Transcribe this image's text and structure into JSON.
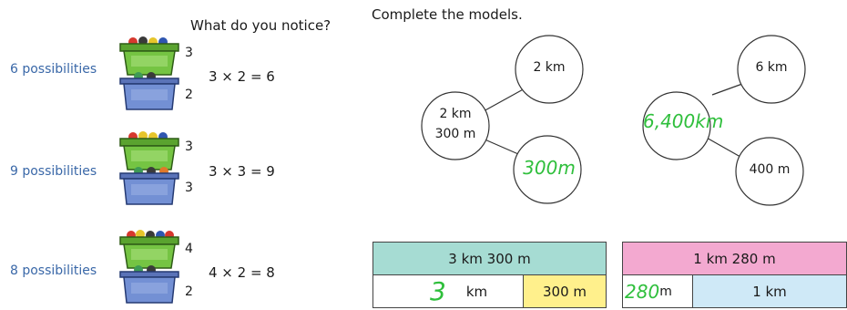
{
  "left": {
    "question": "What do you notice?",
    "rows": [
      {
        "label": "6 possibilities",
        "top": "3",
        "bottom": "2",
        "equation": "3 × 2 = 6"
      },
      {
        "label": "9 possibilities",
        "top": "3",
        "bottom": "3",
        "equation": "3 × 3 = 9"
      },
      {
        "label": "8 possibilities",
        "top": "4",
        "bottom": "2",
        "equation": "4 × 2 = 8"
      }
    ]
  },
  "right": {
    "instruction": "Complete the models.",
    "model1": {
      "whole_line1": "2 km",
      "whole_line2": "300 m",
      "part1": "2 km",
      "part2_answer": "300m"
    },
    "model2": {
      "whole_answer": "6,400km",
      "part1": "6 km",
      "part2": "400 m"
    },
    "bar1": {
      "whole": "3 km 300 m",
      "answer": "3",
      "unit": "km",
      "part": "300 m"
    },
    "bar2": {
      "whole": "1 km 280 m",
      "answer": "280",
      "unit": "m",
      "part": "1 km"
    }
  },
  "colors": {
    "tub_green": "#6fbf3f",
    "tub_blue": "#6b86c9",
    "bar_teal": "#a6dcd3",
    "bar_yellow": "#fff08c",
    "bar_pink": "#f3a9d0",
    "bar_lightblue": "#cfe9f7",
    "handwriting": "#2fbf3c",
    "label_blue": "#3a68a8"
  }
}
